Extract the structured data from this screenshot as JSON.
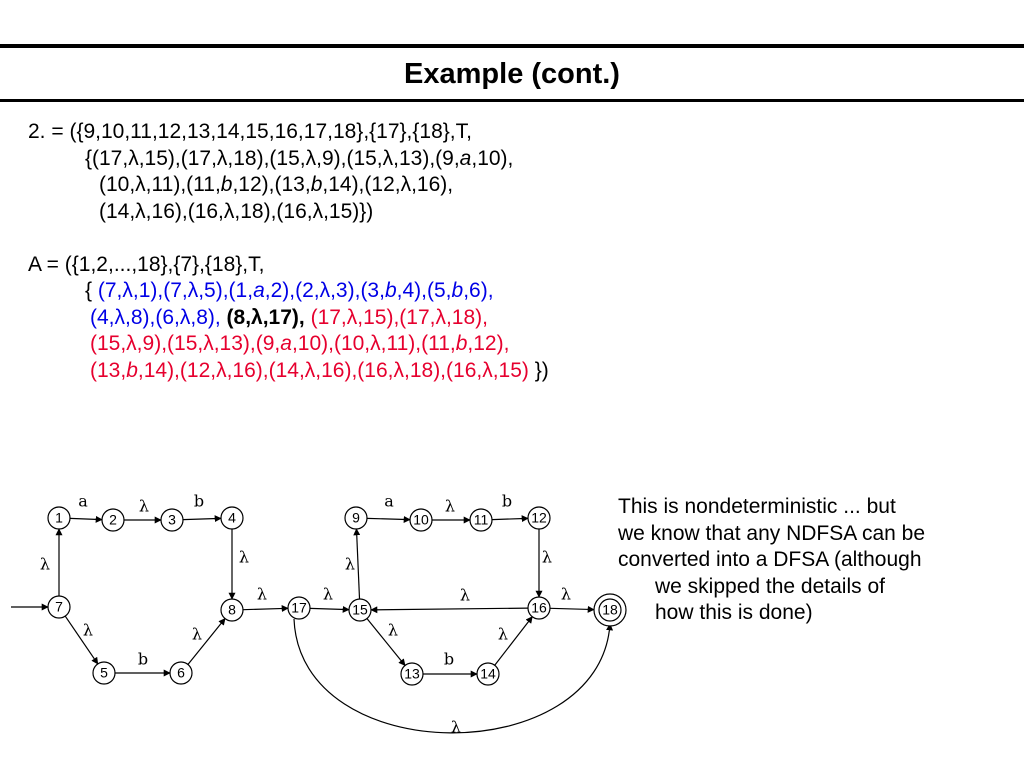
{
  "slide": {
    "title": "Example (cont.)"
  },
  "definition2": {
    "lines": [
      "2. = ({9,10,11,12,13,14,15,16,17,18},{17},{18},T,",
      "{(17,λ,15),(17,λ,18),(15,λ,9),(15,λ,13),(9,a,10),",
      "(10,λ,11),(11,b,12),(13,b,14),(12,λ,16),",
      "(14,λ,16),(16,λ,18),(16,λ,15)})"
    ]
  },
  "definitionA": {
    "line1": "A = ({1,2,...,18},{7},{18},T,",
    "brace_open": "{ ",
    "blue_part1": "(7,λ,1),(7,λ,5),(1,a,2),(2,λ,3),(3,b,4),(5,b,6),",
    "blue_part2": "(4,λ,8),(6,λ,8),",
    "bold_part": " (8,λ,17),",
    "red_part1": " (17,λ,15),(17,λ,18),",
    "red_part2": "(15,λ,9),(15,λ,13),(9,a,10),(10,λ,11),(11,b,12),",
    "red_part3": "(13,b,14),(12,λ,16),(14,λ,16),(16,λ,18),(16,λ,15)",
    "brace_close": " })"
  },
  "note": {
    "lines": [
      "This is nondeterministic ... but",
      "we know that any NDFSA can be",
      "converted into a DFSA (although",
      "we skipped the details of",
      "how this is done)"
    ]
  },
  "diagram": {
    "states": [
      "1",
      "2",
      "3",
      "4",
      "5",
      "6",
      "7",
      "8",
      "9",
      "10",
      "11",
      "12",
      "13",
      "14",
      "15",
      "16",
      "17",
      "18"
    ],
    "start_state": "7",
    "final_state": "18",
    "transitions": [
      {
        "from": "7",
        "to": "1",
        "label": "λ"
      },
      {
        "from": "1",
        "to": "2",
        "label": "a"
      },
      {
        "from": "2",
        "to": "3",
        "label": "λ"
      },
      {
        "from": "3",
        "to": "4",
        "label": "b"
      },
      {
        "from": "4",
        "to": "8",
        "label": "λ"
      },
      {
        "from": "7",
        "to": "5",
        "label": "λ"
      },
      {
        "from": "5",
        "to": "6",
        "label": "b"
      },
      {
        "from": "6",
        "to": "8",
        "label": "λ"
      },
      {
        "from": "8",
        "to": "17",
        "label": "λ"
      },
      {
        "from": "17",
        "to": "15",
        "label": "λ"
      },
      {
        "from": "15",
        "to": "9",
        "label": "λ"
      },
      {
        "from": "9",
        "to": "10",
        "label": "a"
      },
      {
        "from": "10",
        "to": "11",
        "label": "λ"
      },
      {
        "from": "11",
        "to": "12",
        "label": "b"
      },
      {
        "from": "12",
        "to": "16",
        "label": "λ"
      },
      {
        "from": "15",
        "to": "13",
        "label": "λ"
      },
      {
        "from": "13",
        "to": "14",
        "label": "b"
      },
      {
        "from": "14",
        "to": "16",
        "label": "λ"
      },
      {
        "from": "16",
        "to": "15",
        "label": "λ"
      },
      {
        "from": "16",
        "to": "18",
        "label": "λ"
      },
      {
        "from": "17",
        "to": "18",
        "label": "λ"
      }
    ]
  }
}
